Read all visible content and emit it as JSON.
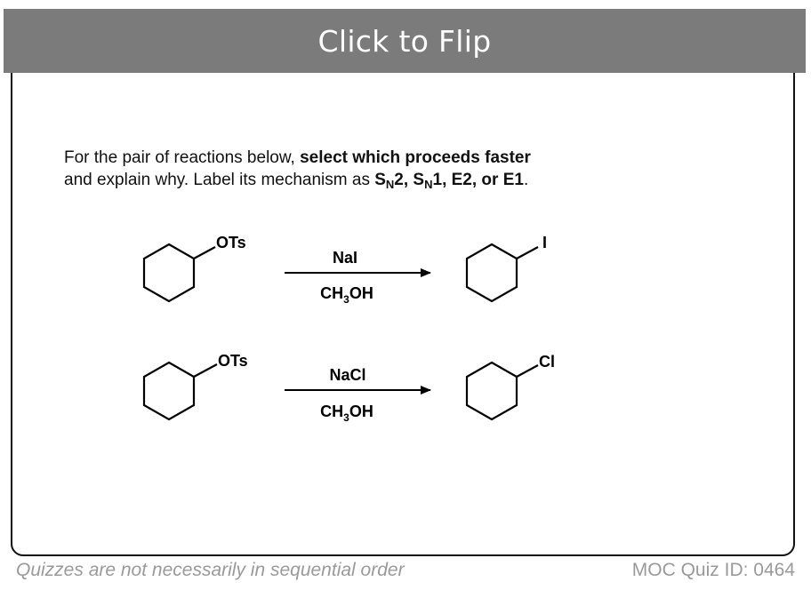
{
  "header": {
    "flip_label": "Click to Flip"
  },
  "question": {
    "line1_plain": "For the pair of reactions below, ",
    "line1_bold": "select which proceeds faster",
    "line2_plain": "and explain why.  Label its mechanism as ",
    "sn2_s": "S",
    "sn2_n": "N",
    "sn2_rest": "2, ",
    "sn1_s": "S",
    "sn1_n": "N",
    "sn1_rest": "1, ",
    "rest_bold": "E2, or E1",
    "period": "."
  },
  "reactions": [
    {
      "leaving_group": "OTs",
      "reagent": "NaI",
      "solvent_main": "CH",
      "solvent_sub": "3",
      "solvent_end": "OH",
      "product_group": "I"
    },
    {
      "leaving_group": "OTs",
      "reagent": "NaCl",
      "solvent_main": "CH",
      "solvent_sub": "3",
      "solvent_end": "OH",
      "product_group": "Cl"
    }
  ],
  "footer": {
    "note": "Quizzes are not necessarily in sequential order",
    "quiz_id": "MOC Quiz ID: 0464"
  }
}
